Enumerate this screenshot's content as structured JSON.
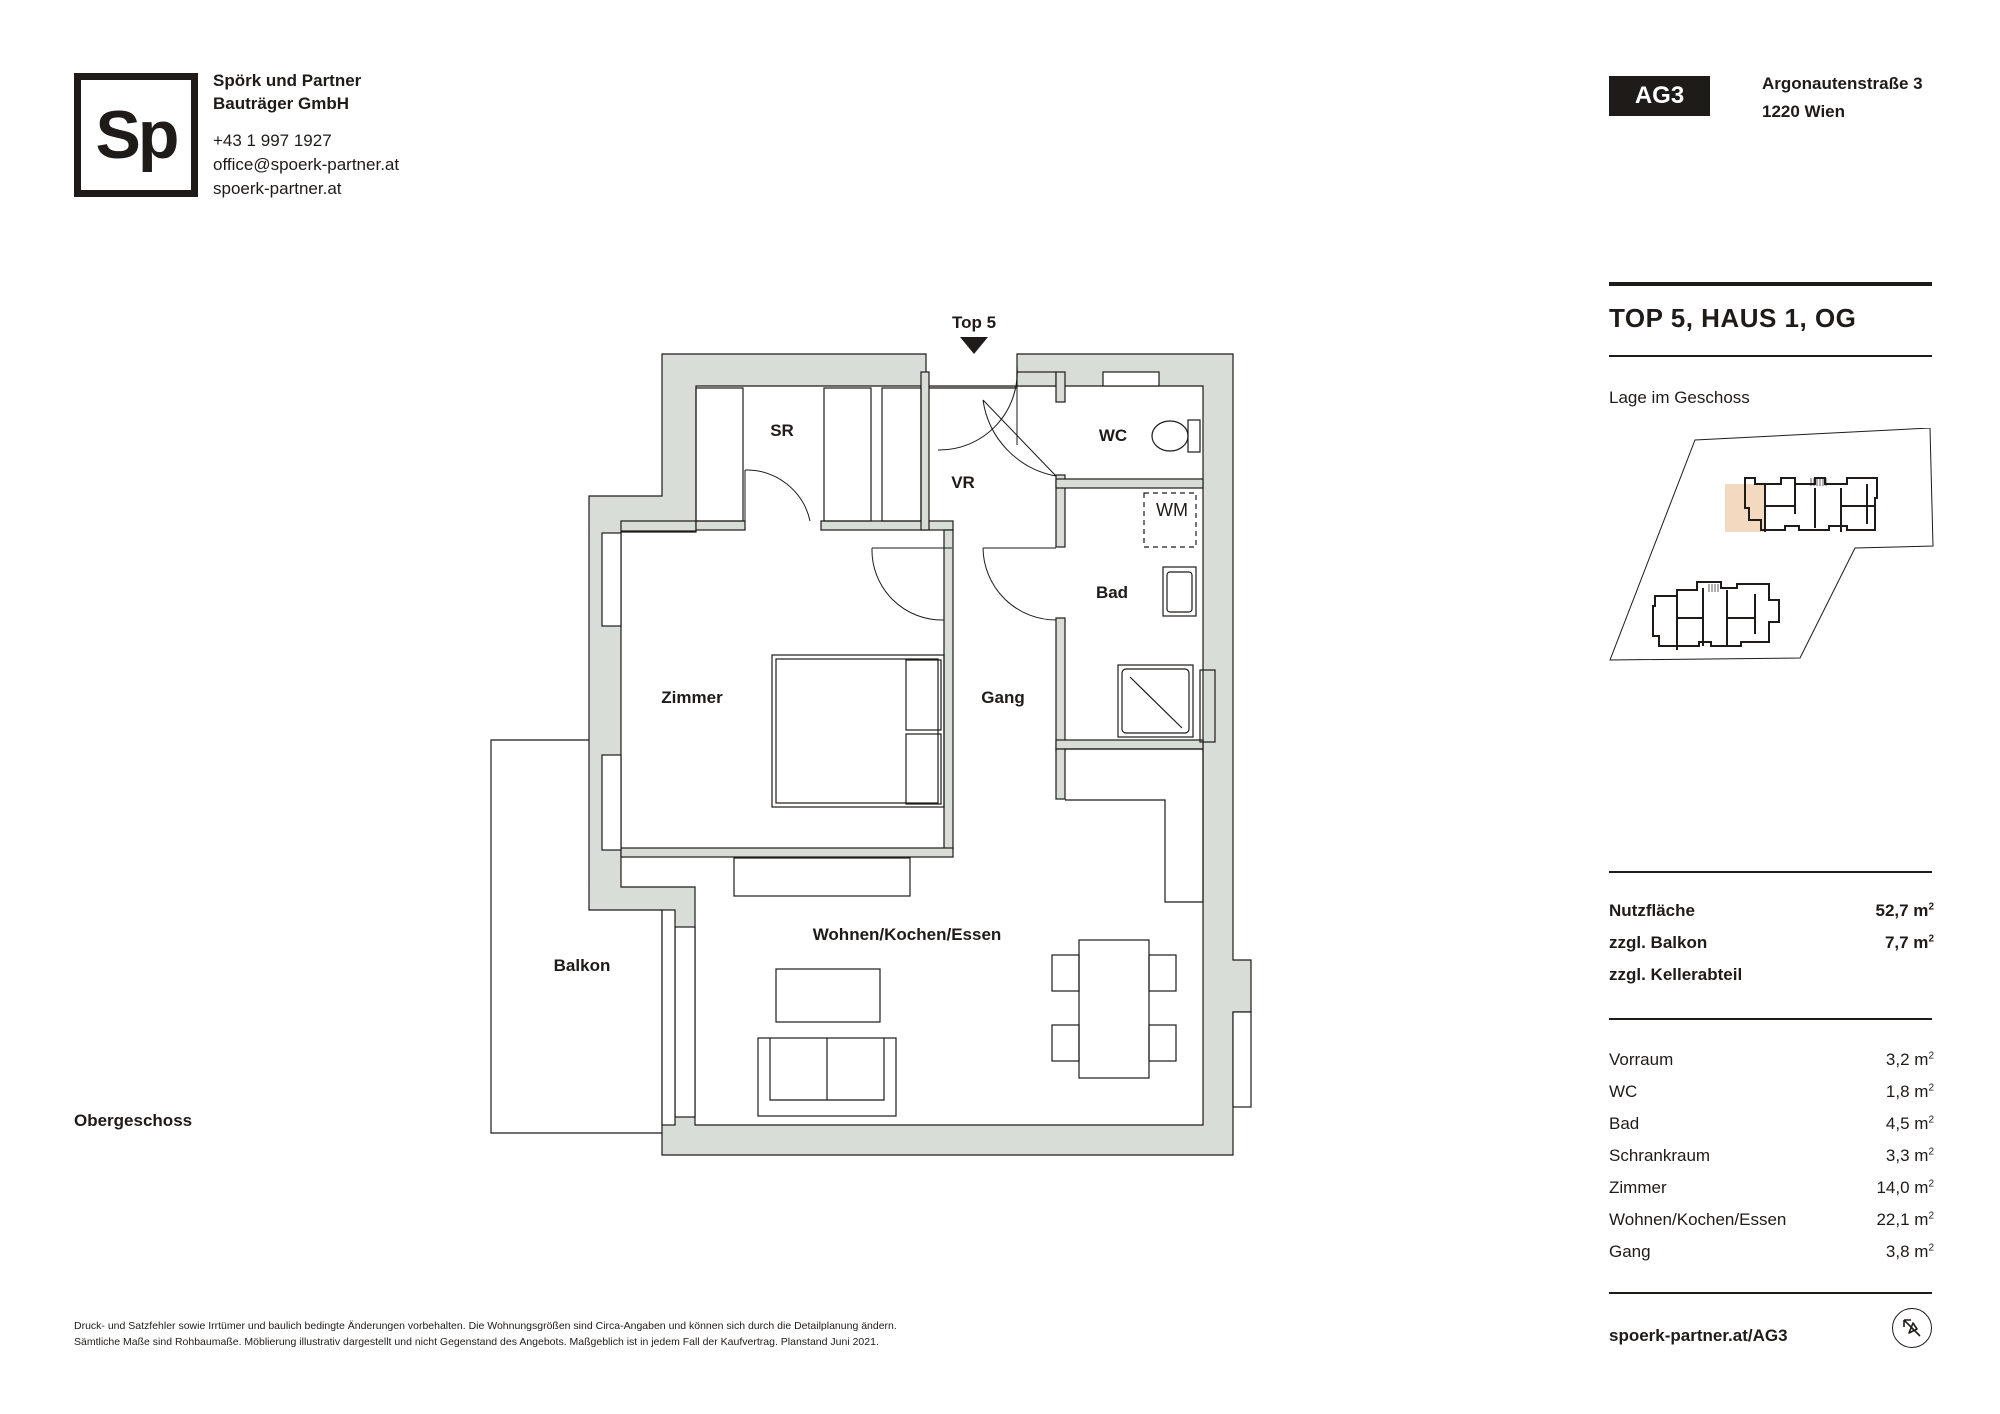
{
  "company": {
    "logo_text": "Sp",
    "name_line1": "Spörk und Partner",
    "name_line2": "Bauträger GmbH",
    "phone": "+43 1 997 1927",
    "email": "office@spoerk-partner.at",
    "web": "spoerk-partner.at"
  },
  "project": {
    "code": "AG3",
    "street": "Argonautenstraße 3",
    "city": "1220 Wien"
  },
  "unit": {
    "title": "TOP 5, HAUS 1, OG",
    "lage_label": "Lage im Geschoss"
  },
  "totals": [
    {
      "label": "Nutzfläche",
      "value": "52,7 m",
      "sup": "2"
    },
    {
      "label": "zzgl. Balkon",
      "value": "7,7 m",
      "sup": "2"
    },
    {
      "label": "zzgl. Kellerabteil",
      "value": "",
      "sup": ""
    }
  ],
  "rooms": [
    {
      "label": "Vorraum",
      "value": "3,2 m",
      "sup": "2"
    },
    {
      "label": "WC",
      "value": "1,8 m",
      "sup": "2"
    },
    {
      "label": "Bad",
      "value": "4,5 m",
      "sup": "2"
    },
    {
      "label": "Schrankraum",
      "value": "3,3 m",
      "sup": "2"
    },
    {
      "label": "Zimmer",
      "value": "14,0 m",
      "sup": "2"
    },
    {
      "label": "Wohnen/Kochen/Essen",
      "value": "22,1 m",
      "sup": "2"
    },
    {
      "label": "Gang",
      "value": "3,8 m",
      "sup": "2"
    }
  ],
  "plan": {
    "entrance": "Top 5",
    "level": "Obergeschoss",
    "labels": {
      "sr": "SR",
      "vr": "VR",
      "wc": "WC",
      "wm": "WM",
      "bad": "Bad",
      "zimmer": "Zimmer",
      "gang": "Gang",
      "wohnen": "Wohnen/Kochen/Essen",
      "balkon": "Balkon"
    }
  },
  "footer": {
    "line1": "Druck- und Satzfehler sowie Irrtümer und baulich bedingte Änderungen vorbehalten. Die Wohnungsgrößen sind Circa-Angaben und können sich durch die Detailplanung ändern.",
    "line2": "Sämtliche Maße sind Rohbaumaße. Möblierung illustrativ dargestellt und nicht Gegenstand des Angebots. Maßgeblich ist in jedem Fall der Kaufvertrag. Planstand Juni 2021.",
    "weblink": "spoerk-partner.at/AG3"
  },
  "colors": {
    "ink": "#1e1b18",
    "wall": "#d9ddd8",
    "highlight": "#f3d9c0"
  },
  "icons": {
    "compass": "north-arrow-icon"
  }
}
